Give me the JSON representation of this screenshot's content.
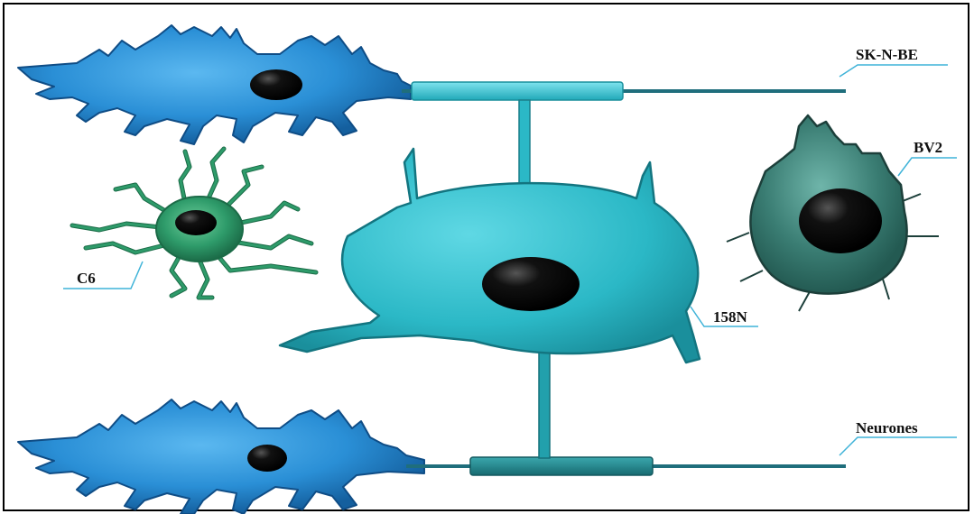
{
  "labels": {
    "sk_n_be": "SK-N-BE",
    "bv2": "BV2",
    "c6": "C6",
    "n158": "158N",
    "neurones": "Neurones"
  },
  "colors": {
    "neuron_blue": "#2a8fd6",
    "neuron_dark": "#0f4d86",
    "c6_green": "#2e9b6a",
    "bv2_teal": "#3a7d73",
    "n158_cyan": "#2bb8c6",
    "connector_light": "#33c3d3",
    "connector_dark": "#1f7f86",
    "nucleus": "#0b0b0b",
    "label_line": "#3fb3d8"
  }
}
